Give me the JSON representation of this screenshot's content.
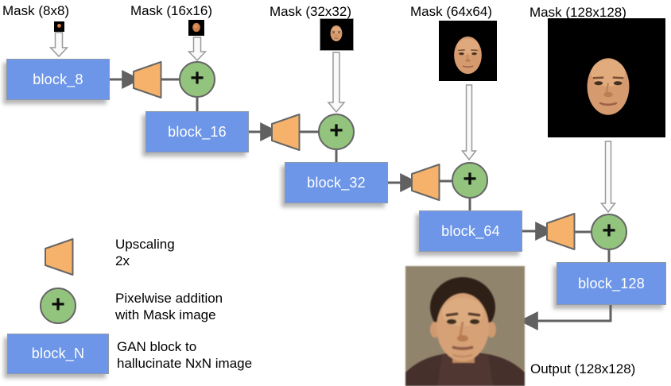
{
  "masks": [
    {
      "label": "Mask (8x8)"
    },
    {
      "label": "Mask (16x16)"
    },
    {
      "label": "Mask (32x32)"
    },
    {
      "label": "Mask (64x64)"
    },
    {
      "label": "Mask (128x128)"
    }
  ],
  "blocks": [
    {
      "label": "block_8"
    },
    {
      "label": "block_16"
    },
    {
      "label": "block_32"
    },
    {
      "label": "block_64"
    },
    {
      "label": "block_128"
    }
  ],
  "plus_symbol": "+",
  "legend": {
    "upscaling_text": "Upscaling\n2x",
    "addition_text": "Pixelwise addition\nwith Mask image",
    "block_label": "block_N",
    "block_text": "GAN block to\nhallucinate NxN image"
  },
  "output": {
    "label": "Output (128x128)"
  },
  "colors": {
    "block_blue": "#6d96e8",
    "upscale_orange": "#f6b26b",
    "addition_green": "#93c47d",
    "connector_gray": "#616161",
    "mask_background": "#000000"
  }
}
